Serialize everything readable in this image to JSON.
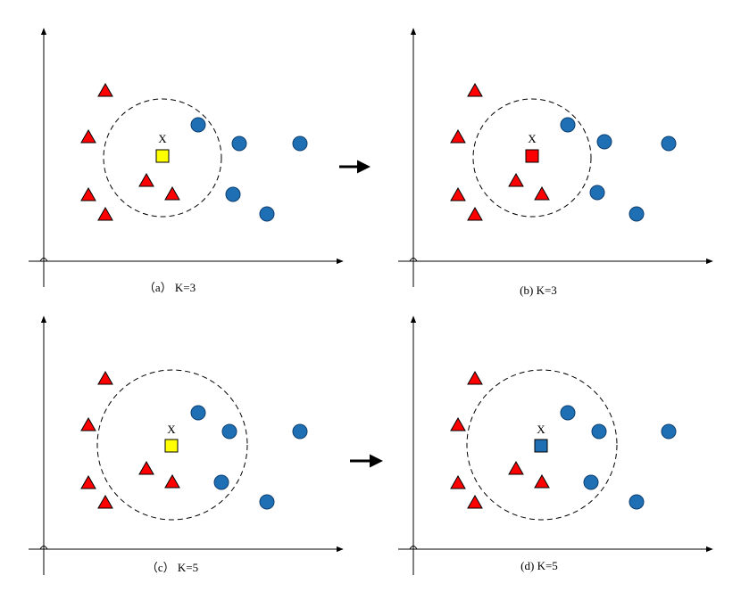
{
  "colors": {
    "axis": "#000000",
    "triangle_fill": "#ff0000",
    "triangle_stroke": "#000000",
    "circle_fill": "#1f6fb5",
    "circle_stroke": "#0d3f70",
    "query_unclassified": "#ffff00",
    "query_red": "#ff0000",
    "query_blue": "#1f6fb5",
    "neighborhood_stroke": "#000000"
  },
  "query_label": "X",
  "panels": [
    {
      "id": "a",
      "caption": "（a） K=3",
      "query_fill": "query_unclassified",
      "k": 3
    },
    {
      "id": "b",
      "caption": "(b) K=3",
      "query_fill": "query_red",
      "k": 3
    },
    {
      "id": "c",
      "caption": "（c） K=5",
      "query_fill": "query_unclassified",
      "k": 5
    },
    {
      "id": "d",
      "caption": "(d) K=5",
      "query_fill": "query_blue",
      "k": 5
    }
  ],
  "transitions": [
    {
      "from": "a",
      "to": "b",
      "icon": "right-arrow-icon"
    },
    {
      "from": "c",
      "to": "d",
      "icon": "right-arrow-icon"
    }
  ]
}
